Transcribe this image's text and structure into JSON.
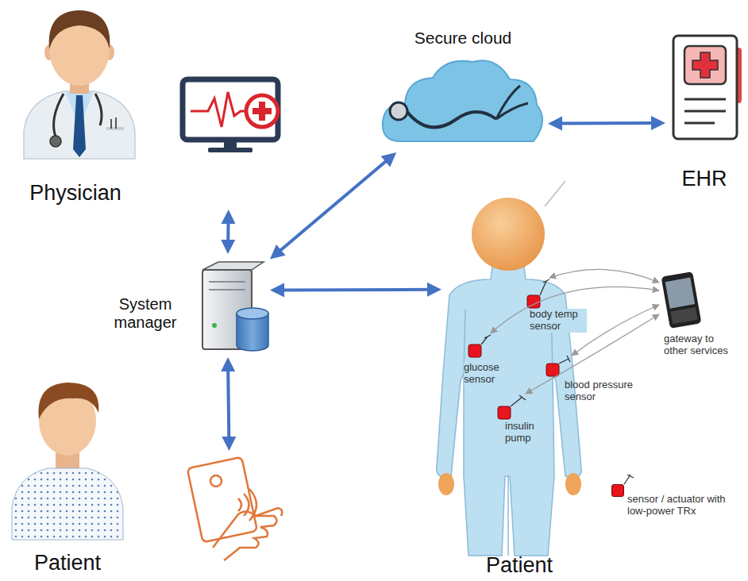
{
  "diagram": {
    "nodes": [
      {
        "text": [
          "Physician"
        ]
      },
      {
        "text": [
          "Secure cloud"
        ]
      },
      {
        "text": [
          "EHR"
        ]
      },
      {
        "text": [
          "System manager"
        ]
      },
      {
        "text": [
          "Patient"
        ]
      },
      {
        "text": [
          "Patient"
        ]
      }
    ],
    "edges": [
      {
        "from": 0,
        "to": 3,
        "arrow": "both"
      },
      {
        "from": 1,
        "to": 3,
        "arrow": "both"
      },
      {
        "from": 1,
        "to": 2,
        "arrow": "both"
      },
      {
        "from": 3,
        "to": 4,
        "arrow": "both"
      },
      {
        "from": 3,
        "to": 5,
        "arrow": "both"
      }
    ],
    "labels": [
      "body temp sensor",
      "glucose sensor",
      "blood pressure sensor",
      "insulin pump",
      "gateway to other services"
    ],
    "legend": [
      {
        "text": "sensor / actuator with low-power TRx",
        "color": "#e8141e"
      }
    ]
  }
}
